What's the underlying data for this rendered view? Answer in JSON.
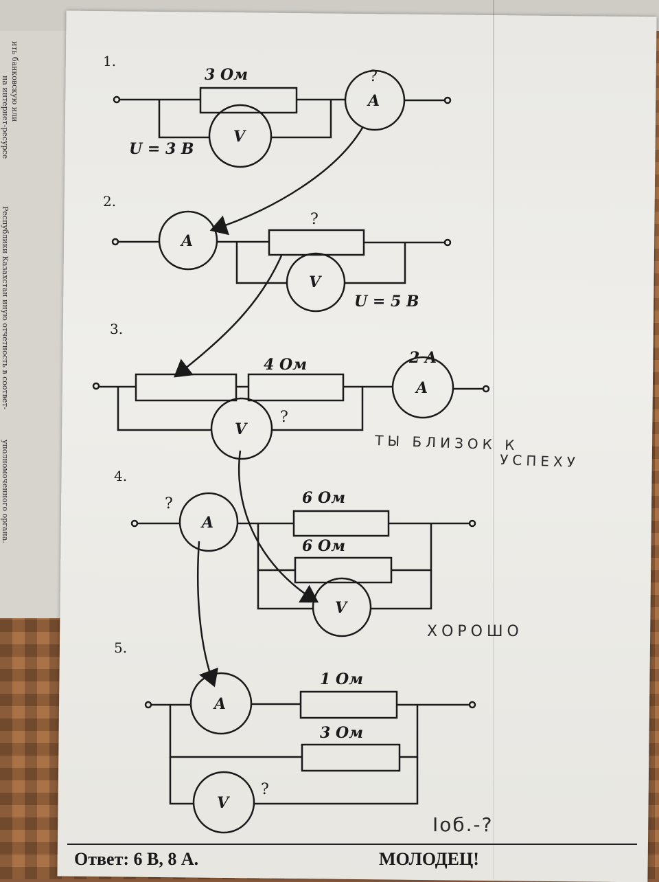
{
  "newspaper": {
    "lines": [
      "ить банковскую или",
      "на интернет-ресурсе",
      "Республики Казахстан иную отчетность в соответ-",
      "уполномоченного органа."
    ]
  },
  "circuits": [
    {
      "number": "1.",
      "resistor": "3 Ом",
      "voltage": "U = 3 B",
      "ammeter": "A",
      "voltmeter": "V",
      "question": "?"
    },
    {
      "number": "2.",
      "question": "?",
      "voltage": "U = 5 B",
      "ammeter": "A",
      "voltmeter": "V"
    },
    {
      "number": "3.",
      "resistor": "4 Ом",
      "current": "2 A",
      "ammeter": "A",
      "voltmeter": "V",
      "question": "?"
    },
    {
      "number": "4.",
      "resistor_top": "6 Ом",
      "resistor_bottom": "6 Ом",
      "ammeter": "A",
      "voltmeter": "V",
      "question": "?"
    },
    {
      "number": "5.",
      "resistor_top": "1 Ом",
      "resistor_bottom": "3 Ом",
      "ammeter": "A",
      "voltmeter": "V",
      "question": "?"
    }
  ],
  "handwritten": {
    "note1_line1": "ТЫ БЛИЗОК К",
    "note1_line2": "УСПЕХУ",
    "note2": "ХОРОШО",
    "question_total": "Iоб.-?"
  },
  "footer": {
    "answer": "Ответ: 6 В, 8 А.",
    "praise": "МОЛОДЕЦ!"
  },
  "colors": {
    "ink": "#1a1a1a",
    "paper": "#ecebe7"
  }
}
